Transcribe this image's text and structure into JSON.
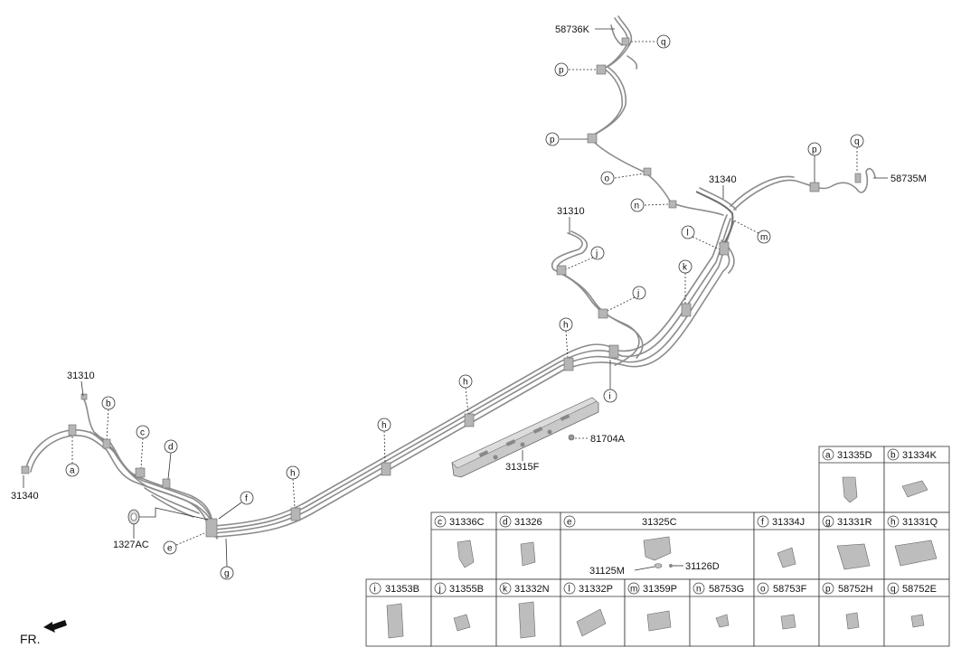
{
  "callouts": {
    "a": "a",
    "b": "b",
    "c": "c",
    "d": "d",
    "e": "e",
    "f": "f",
    "g": "g",
    "h": "h",
    "i": "i",
    "j": "j",
    "k": "k",
    "l": "l",
    "m": "m",
    "n": "n",
    "o": "o",
    "p": "p",
    "q": "q"
  },
  "labels": {
    "p_58736K": "58736K",
    "p_31310_top": "31310",
    "p_31340_top": "31340",
    "p_58735M": "58735M",
    "p_81704A": "81704A",
    "p_31315F": "31315F",
    "p_31310_left": "31310",
    "p_31340_left": "31340",
    "p_1327AC": "1327AC",
    "p_31125M": "31125M",
    "p_31126D": "31126D",
    "fr": "FR."
  },
  "parts_table": {
    "row1": [
      {
        "letter": "a",
        "part": "31335D"
      },
      {
        "letter": "b",
        "part": "31334K"
      }
    ],
    "row2": [
      {
        "letter": "c",
        "part": "31336C"
      },
      {
        "letter": "d",
        "part": "31326"
      },
      {
        "letter": "e",
        "part": "31325C"
      },
      {
        "letter": "f",
        "part": "31334J"
      },
      {
        "letter": "g",
        "part": "31331R"
      },
      {
        "letter": "h",
        "part": "31331Q"
      }
    ],
    "row3": [
      {
        "letter": "i",
        "part": "31353B"
      },
      {
        "letter": "j",
        "part": "31355B"
      },
      {
        "letter": "k",
        "part": "31332N"
      },
      {
        "letter": "l",
        "part": "31332P"
      },
      {
        "letter": "m",
        "part": "31359P"
      },
      {
        "letter": "n",
        "part": "58753G"
      },
      {
        "letter": "o",
        "part": "58753F"
      },
      {
        "letter": "p",
        "part": "58752H"
      },
      {
        "letter": "q",
        "part": "58752E"
      }
    ]
  }
}
